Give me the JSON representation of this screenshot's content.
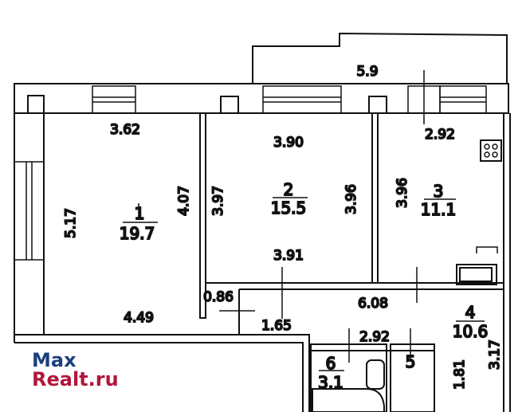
{
  "rooms": [
    {
      "number": "1",
      "area": "19.7"
    },
    {
      "number": "2",
      "area": "15.5"
    },
    {
      "number": "3",
      "area": "11.1"
    },
    {
      "number": "4",
      "area": "10.6"
    },
    {
      "number": "5",
      "area": ""
    },
    {
      "number": "6",
      "area": "3.1"
    }
  ],
  "dimensions": {
    "balcony": "5.9",
    "room1_top": "3.62",
    "room1_left": "5.17",
    "room1_right": "4.07",
    "room1_bottom": "4.49",
    "room2_top": "3.90",
    "room2_left": "3.97",
    "room2_right": "3.96",
    "room2_bottom": "3.91",
    "room3_top": "2.92",
    "room3_left": "3.96",
    "hall_small": "0.86",
    "hall_len": "6.08",
    "hall_entry": "1.65",
    "bath_top": "2.92",
    "hall_right": "3.17",
    "hall_lower": "1.81"
  },
  "logo": {
    "line1": "Max",
    "line2": "Realt.ru"
  },
  "colors": {
    "walls": "#111111",
    "logo_blue": "#1c3f7d",
    "logo_red": "#b0163a"
  }
}
